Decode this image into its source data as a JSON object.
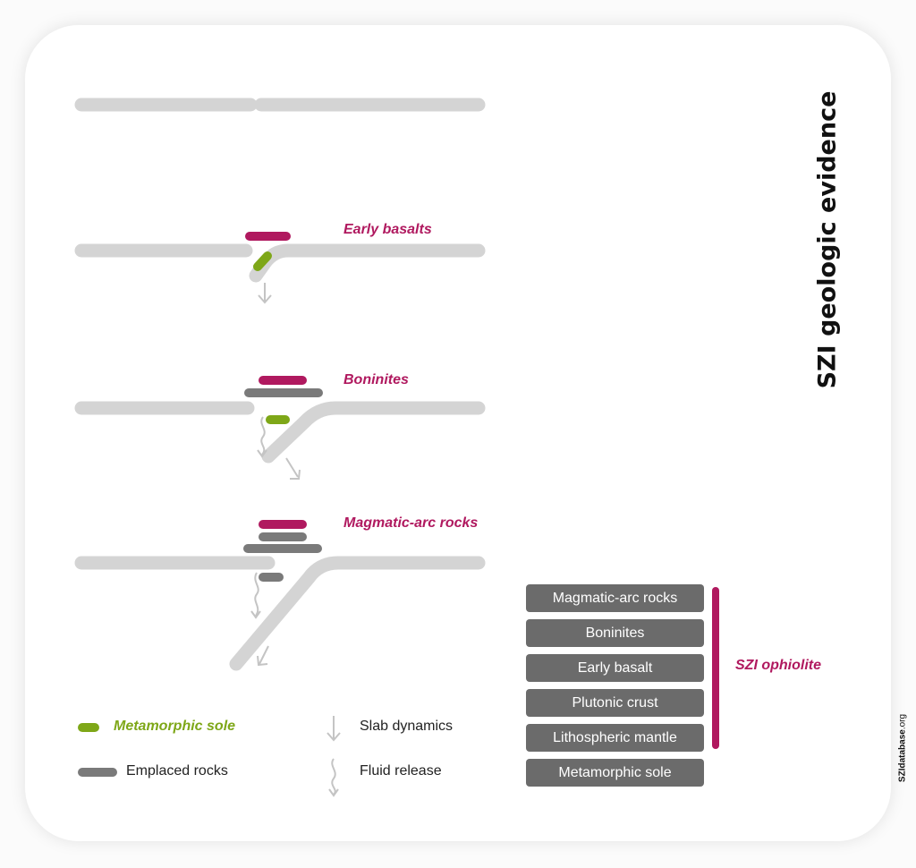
{
  "title": "SZI geologic evidence",
  "watermark": {
    "bold": "SZIdatabase",
    "suffix": ".org"
  },
  "stages": {
    "early_basalts": "Early basalts",
    "boninites": "Boninites",
    "magmatic_arc": "Magmatic-arc rocks"
  },
  "legend": {
    "metamorphic_sole": "Metamorphic sole",
    "emplaced_rocks": "Emplaced rocks",
    "slab_dynamics": "Slab dynamics",
    "fluid_release": "Fluid release"
  },
  "ophiolite_stack": {
    "label": "SZI ophiolite",
    "layers": [
      "Magmatic-arc rocks",
      "Boninites",
      "Early basalt",
      "Plutonic crust",
      "Lithospheric mantle",
      "Metamorphic sole"
    ]
  },
  "colors": {
    "plate": "#d4d4d4",
    "magenta": "#b0195f",
    "green": "#7ea718",
    "emplaced": "#7a7a7a",
    "box": "#6b6b6b",
    "arrow": "#c4c4c4"
  },
  "icons": [
    "slab-arrow-icon",
    "fluid-squiggle-icon"
  ]
}
